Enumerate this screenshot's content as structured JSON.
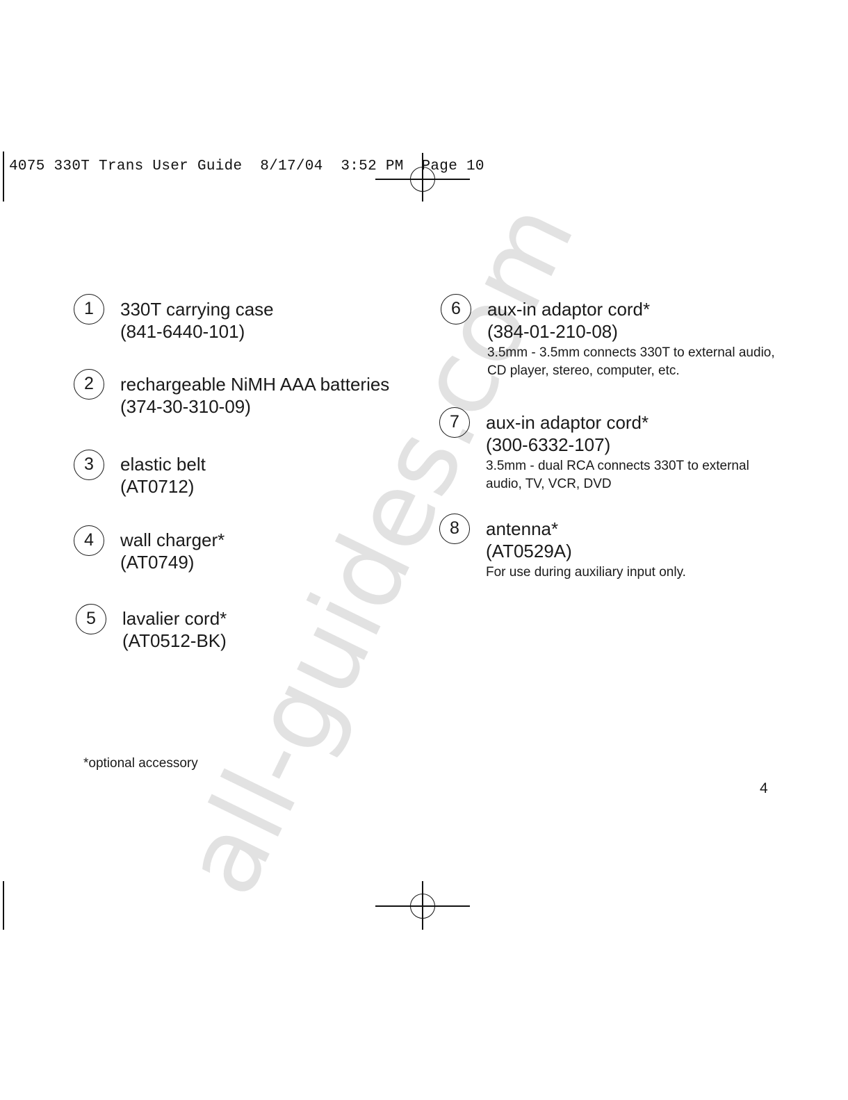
{
  "slug_line": "4075 330T Trans User Guide  8/17/04  3:52 PM  Page 10",
  "watermark": "all-guides.com",
  "items": [
    {
      "number": "1",
      "name": "330T carrying case",
      "part": "(841-6440-101)",
      "desc": ""
    },
    {
      "number": "2",
      "name": "rechargeable NiMH AAA batteries",
      "part": "(374-30-310-09)",
      "desc": ""
    },
    {
      "number": "3",
      "name": "elastic belt",
      "part": "(AT0712)",
      "desc": ""
    },
    {
      "number": "4",
      "name": "wall charger*",
      "part": "(AT0749)",
      "desc": ""
    },
    {
      "number": "5",
      "name": "lavalier cord*",
      "part": "(AT0512-BK)",
      "desc": ""
    },
    {
      "number": "6",
      "name": "aux-in adaptor cord*",
      "part": "(384-01-210-08)",
      "desc": "3.5mm - 3.5mm connects 330T to external audio,",
      "desc2": "CD player, stereo, computer, etc."
    },
    {
      "number": "7",
      "name": "aux-in adaptor cord*",
      "part": "(300-6332-107)",
      "desc": "3.5mm - dual RCA connects 330T to external",
      "desc2": "audio, TV, VCR, DVD"
    },
    {
      "number": "8",
      "name": "antenna*",
      "part": "(AT0529A)",
      "desc": "For use during auxiliary input only.",
      "desc2": ""
    }
  ],
  "footnote": "*optional accessory",
  "page_number": "4"
}
